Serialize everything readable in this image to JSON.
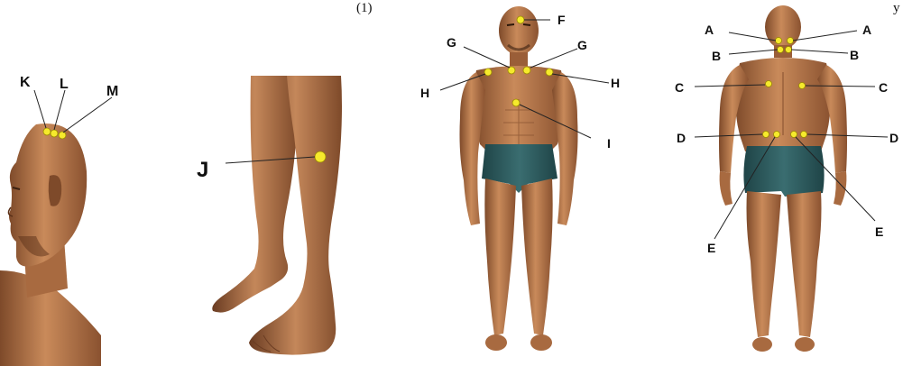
{
  "caption_fragment": "(1)",
  "caption_right_fragment": "y",
  "figure_head_side": {
    "labels": [
      "K",
      "L",
      "M"
    ]
  },
  "figure_leg": {
    "labels": [
      "J"
    ]
  },
  "figure_front": {
    "labels": [
      "F",
      "G",
      "G",
      "H",
      "H",
      "I"
    ]
  },
  "figure_back": {
    "labels": [
      "A",
      "A",
      "B",
      "B",
      "C",
      "C",
      "D",
      "D",
      "E",
      "E"
    ]
  },
  "colors": {
    "skin": "#b9774a",
    "skin_dark": "#7e4a2a",
    "shorts": "#2e5a5e",
    "point": "#f6ea2c"
  }
}
